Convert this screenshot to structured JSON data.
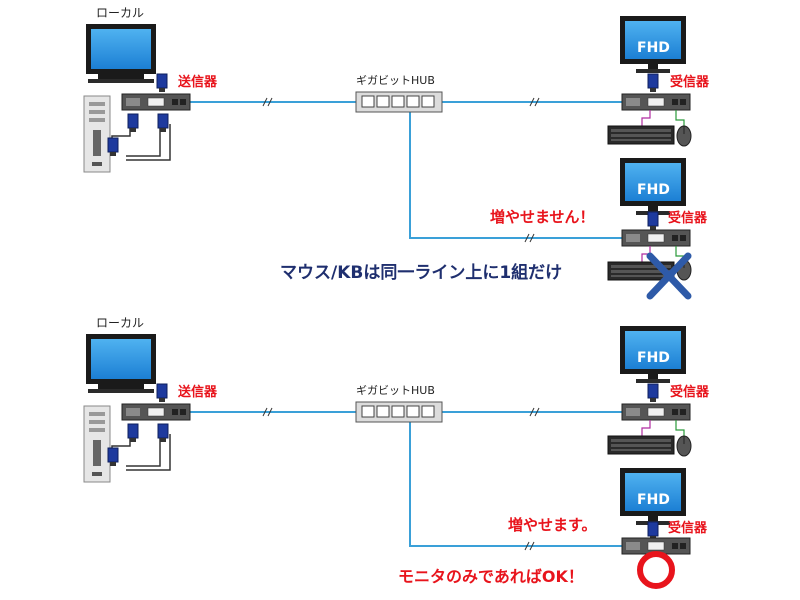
{
  "top": {
    "local_label": "ローカル",
    "tx_label": "送信器",
    "hub_label": "ギガビットHUB",
    "rx1_label": "受信器",
    "rx2_label": "受信器",
    "monitor1_text": "FHD",
    "monitor2_text": "FHD",
    "expand_text": "増やせません！",
    "restriction_text": "マウス/KBは同一ライン上に1組だけ"
  },
  "bottom": {
    "local_label": "ローカル",
    "tx_label": "送信器",
    "hub_label": "ギガビットHUB",
    "rx1_label": "受信器",
    "rx2_label": "受信器",
    "monitor1_text": "FHD",
    "monitor2_text": "FHD",
    "expand_text": "増やせます。",
    "ok_text": "モニタのみであればOK！"
  },
  "colors": {
    "cable": "#3aa0d8",
    "label_red": "#e8141c",
    "label_navy": "#1f2f6f",
    "screen_blue": "#1f8ee0",
    "cross_blue": "#2e5aa8",
    "ok_red": "#e8141c"
  }
}
